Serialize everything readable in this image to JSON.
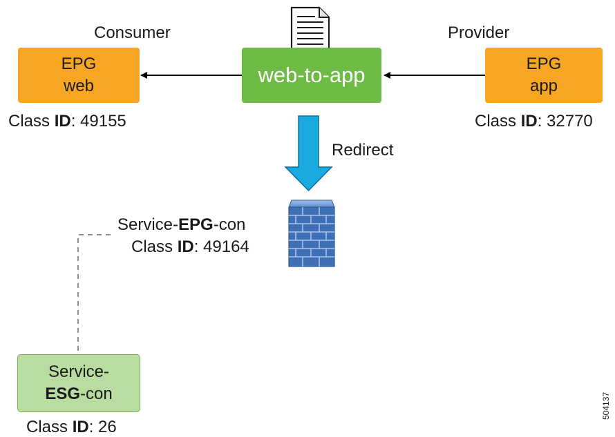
{
  "consumer": {
    "role_label": "Consumer",
    "line1": "EPG",
    "line2": "web",
    "class_id_prefix": "Class ",
    "class_id_bold": "ID",
    "class_id_value": ": 49155"
  },
  "provider": {
    "role_label": "Provider",
    "line1": "EPG",
    "line2": "app",
    "class_id_prefix": "Class ",
    "class_id_bold": "ID",
    "class_id_value": ": 32770"
  },
  "contract": {
    "label": "web-to-app"
  },
  "redirect": {
    "label": "Redirect"
  },
  "service_epg": {
    "name_prefix": "Service-",
    "name_bold": "EPG",
    "name_suffix": "-con",
    "class_id_prefix": "Class ",
    "class_id_bold": "ID",
    "class_id_value": ": 49164"
  },
  "service_esg": {
    "line1": "Service-",
    "line2_bold": "ESG",
    "line2_suffix": "-con",
    "class_id_prefix": "Class ",
    "class_id_bold": "ID",
    "class_id_value": ": 26"
  },
  "figure_id": "504137",
  "colors": {
    "epg_orange": "#f6a623",
    "contract_green": "#6dbb45",
    "esg_green": "#b9dca0",
    "redirect_arrow_blue": "#1ba9e1",
    "firewall_blue": "#3f6fb5"
  },
  "icons": {
    "contract": "document-icon",
    "service_node": "firewall-icon"
  }
}
